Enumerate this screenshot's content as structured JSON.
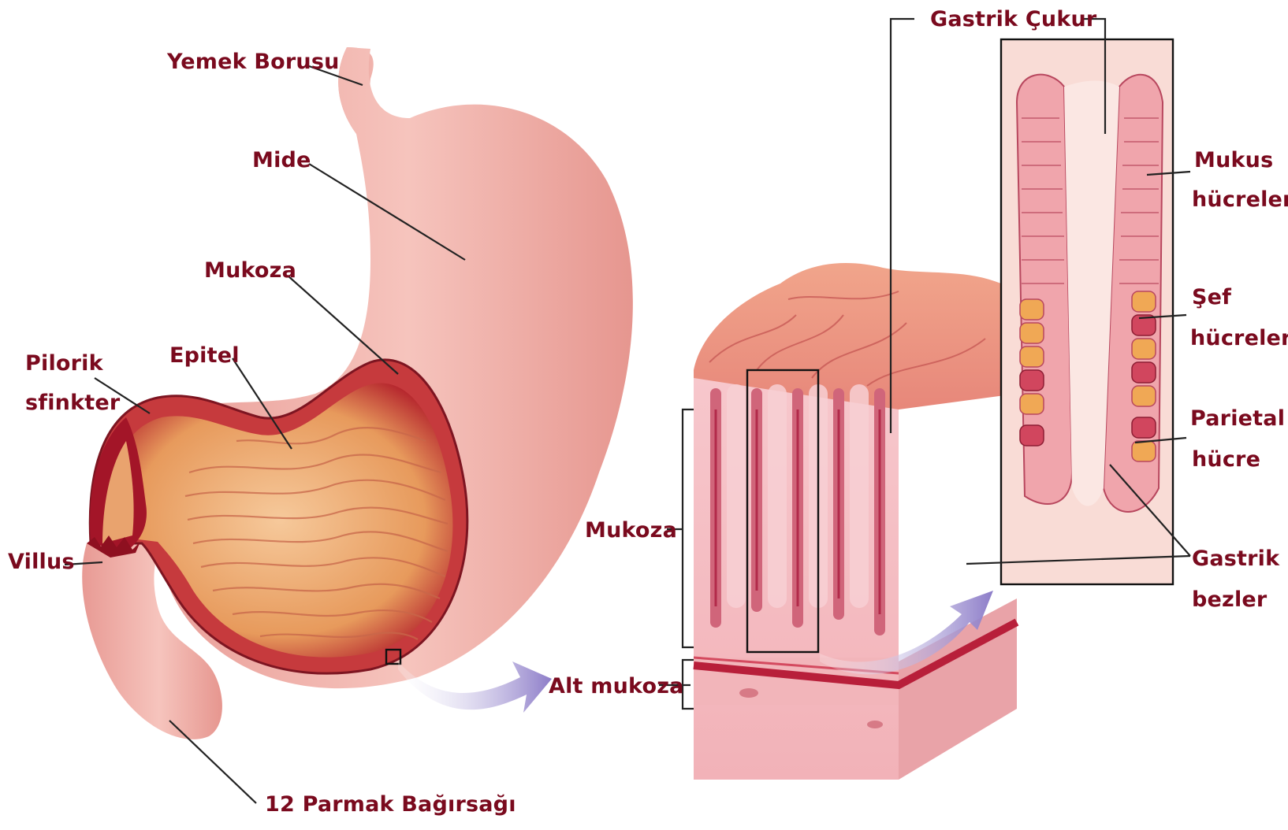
{
  "labels": {
    "yemek_borusu": "Yemek Borusu",
    "mide": "Mide",
    "mukoza_left": "Mukoza",
    "epitel": "Epitel",
    "pilorik_1": "Pilorik",
    "pilorik_2": "sfinkter",
    "villus": "Villus",
    "parmak": "12 Parmak Bağırsağı",
    "alt_mukoza": "Alt mukoza",
    "mukoza_right": "Mukoza",
    "gastrik_cukur": "Gastrik Çukur",
    "mukus_1": "Mukus",
    "mukus_2": "hücreleri",
    "sef_1": "Şef",
    "sef_2": "hücreleri",
    "parietal_1": "Parietal",
    "parietal_2": "hücre",
    "gastrik_bez_1": "Gastrik",
    "gastrik_bez_2": "bezler"
  },
  "colors": {
    "label_text": "#7a0a1e",
    "stomach_outer": "#f2b3ac",
    "stomach_inner": "#e9a36e",
    "lining_red": "#b3122a",
    "tissue_pink": "#f4b9bf",
    "chief_cells": "#f0a855",
    "arrow": "#9d8fd0"
  }
}
